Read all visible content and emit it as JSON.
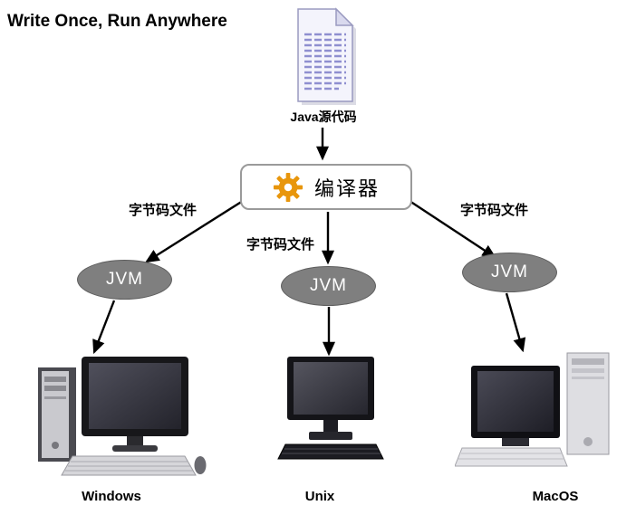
{
  "title": "Write Once, Run Anywhere",
  "source": {
    "label": "Java源代码",
    "icon": "document-icon"
  },
  "compiler": {
    "label": "编译器",
    "icon": "gear-icon"
  },
  "branches": [
    {
      "platform": "Windows",
      "bytecode_label": "字节码文件",
      "jvm_label": "JVM",
      "computer_icon": "desktop-computer-image"
    },
    {
      "platform": "Unix",
      "bytecode_label": "字节码文件",
      "jvm_label": "JVM",
      "computer_icon": "desktop-computer-image"
    },
    {
      "platform": "MacOS",
      "bytecode_label": "字节码文件",
      "jvm_label": "JVM",
      "computer_icon": "desktop-computer-image"
    }
  ],
  "colors": {
    "background": "#FFFFFF",
    "gear": "#E8960C",
    "jvm_fill": "#7F7F7F",
    "jvm_text": "#FFFFFF",
    "arrow": "#000000",
    "document_paper": "#F4F4FC",
    "document_lines": "#8F8FD0"
  }
}
